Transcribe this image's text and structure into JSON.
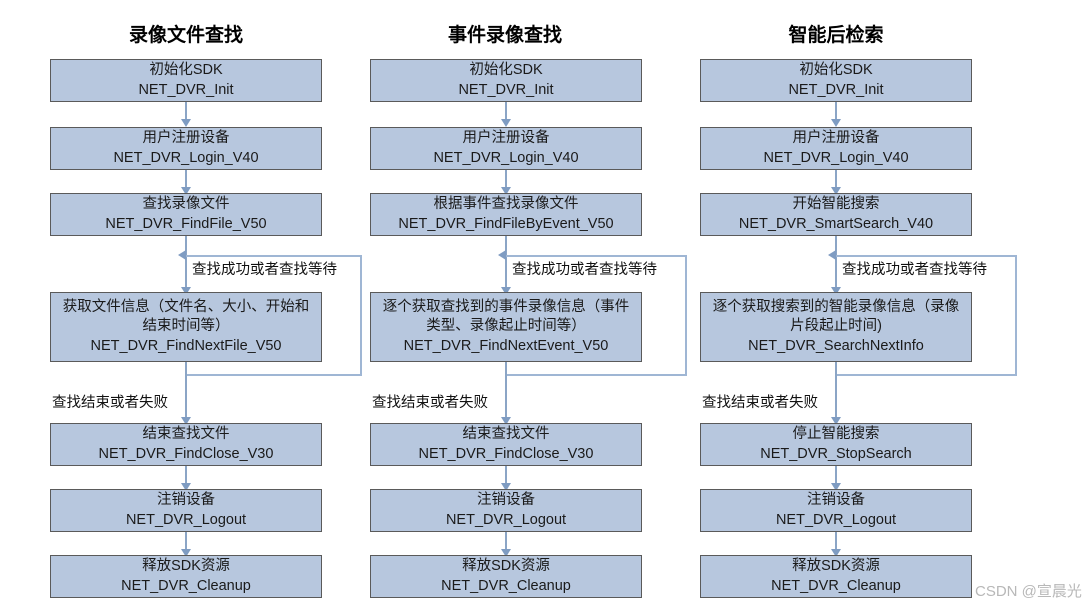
{
  "diagram": {
    "title_row": [
      {
        "id": "col1",
        "label": "录像文件查找"
      },
      {
        "id": "col2",
        "label": "事件录像查找"
      },
      {
        "id": "col3",
        "label": "智能后检索"
      }
    ],
    "colors": {
      "node_fill": "#b7c7de",
      "node_border": "#5a5a5a",
      "arrow": "#7f9cc2",
      "loop": "#9fb6d4",
      "text": "#1a1a1a",
      "watermark": "#b8b8b8"
    },
    "columns": [
      {
        "name": "录像文件查找",
        "nodes": [
          {
            "cn": "初始化SDK",
            "api": "NET_DVR_Init"
          },
          {
            "cn": "用户注册设备",
            "api": "NET_DVR_Login_V40"
          },
          {
            "cn": "查找录像文件",
            "api": "NET_DVR_FindFile_V50"
          },
          {
            "cn": "获取文件信息（文件名、大小、开始和",
            "cn2": "结束时间等）",
            "api": "NET_DVR_FindNextFile_V50"
          },
          {
            "cn": "结束查找文件",
            "api": "NET_DVR_FindClose_V30"
          },
          {
            "cn": "注销设备",
            "api": "NET_DVR_Logout"
          },
          {
            "cn": "释放SDK资源",
            "api": "NET_DVR_Cleanup"
          }
        ],
        "edge_labels": {
          "loop": "查找成功或者查找等待",
          "exit": "查找结束或者失败"
        }
      },
      {
        "name": "事件录像查找",
        "nodes": [
          {
            "cn": "初始化SDK",
            "api": "NET_DVR_Init"
          },
          {
            "cn": "用户注册设备",
            "api": "NET_DVR_Login_V40"
          },
          {
            "cn": "根据事件查找录像文件",
            "api": "NET_DVR_FindFileByEvent_V50"
          },
          {
            "cn": "逐个获取查找到的事件录像信息（事件",
            "cn2": "类型、录像起止时间等）",
            "api": "NET_DVR_FindNextEvent_V50"
          },
          {
            "cn": "结束查找文件",
            "api": "NET_DVR_FindClose_V30"
          },
          {
            "cn": "注销设备",
            "api": "NET_DVR_Logout"
          },
          {
            "cn": "释放SDK资源",
            "api": "NET_DVR_Cleanup"
          }
        ],
        "edge_labels": {
          "loop": "查找成功或者查找等待",
          "exit": "查找结束或者失败"
        }
      },
      {
        "name": "智能后检索",
        "nodes": [
          {
            "cn": "初始化SDK",
            "api": "NET_DVR_Init"
          },
          {
            "cn": "用户注册设备",
            "api": "NET_DVR_Login_V40"
          },
          {
            "cn": "开始智能搜索",
            "api": "NET_DVR_SmartSearch_V40"
          },
          {
            "cn": "逐个获取搜索到的智能录像信息（录像",
            "cn2": "片段起止时间)",
            "api": "NET_DVR_SearchNextInfo"
          },
          {
            "cn": "停止智能搜索",
            "api": "NET_DVR_StopSearch"
          },
          {
            "cn": "注销设备",
            "api": "NET_DVR_Logout"
          },
          {
            "cn": "释放SDK资源",
            "api": "NET_DVR_Cleanup"
          }
        ],
        "edge_labels": {
          "loop": "查找成功或者查找等待",
          "exit": "查找结束或者失败"
        }
      }
    ],
    "watermark": "CSDN @宣晨光"
  }
}
